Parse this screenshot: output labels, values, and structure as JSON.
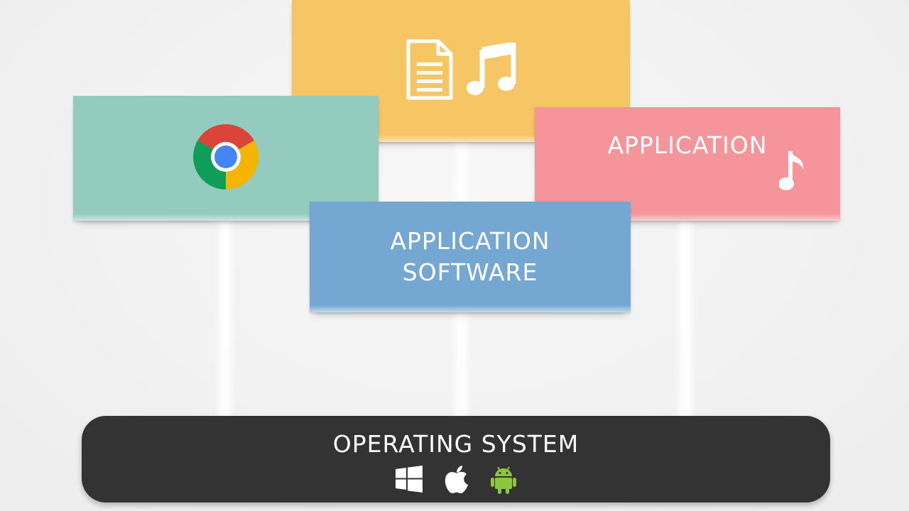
{
  "diagram": {
    "cards": {
      "media": {
        "icons": [
          "document-icon",
          "music-notes-icon"
        ],
        "color": "#f6c564"
      },
      "browser": {
        "icons": [
          "chrome-icon"
        ],
        "color": "#93ccbf"
      },
      "application": {
        "label": "APPLICATION",
        "icons": [
          "music-note-icon"
        ],
        "color": "#f5959a"
      },
      "application_software": {
        "label_line1": "APPLICATION",
        "label_line2": "SOFTWARE",
        "color": "#74a8d3"
      }
    },
    "operating_system": {
      "label": "OPERATING SYSTEM",
      "icons": [
        "windows-icon",
        "apple-icon",
        "android-icon"
      ],
      "color": "#333333",
      "android_color": "#8cc63f"
    }
  }
}
